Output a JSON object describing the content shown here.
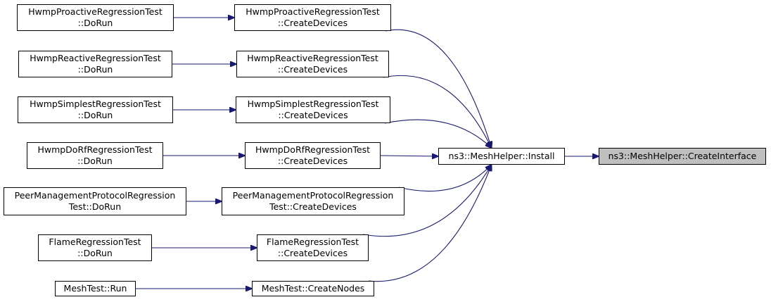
{
  "colors": {
    "edge": "#191970",
    "node_border": "#000000",
    "node_fill": "#ffffff",
    "target_fill": "#bfbfbf"
  },
  "nodes": {
    "hwmp_proactive_dorun": [
      "HwmpProactiveRegressionTest",
      "::DoRun"
    ],
    "hwmp_proactive_create": [
      "HwmpProactiveRegressionTest",
      "::CreateDevices"
    ],
    "hwmp_reactive_dorun": [
      "HwmpReactiveRegressionTest",
      "::DoRun"
    ],
    "hwmp_reactive_create": [
      "HwmpReactiveRegressionTest",
      "::CreateDevices"
    ],
    "hwmp_simplest_dorun": [
      "HwmpSimplestRegressionTest",
      "::DoRun"
    ],
    "hwmp_simplest_create": [
      "HwmpSimplestRegressionTest",
      "::CreateDevices"
    ],
    "hwmp_dorf_dorun": [
      "HwmpDoRfRegressionTest",
      "::DoRun"
    ],
    "hwmp_dorf_create": [
      "HwmpDoRfRegressionTest",
      "::CreateDevices"
    ],
    "peer_mgmt_dorun": [
      "PeerManagementProtocolRegression",
      "Test::DoRun"
    ],
    "peer_mgmt_create": [
      "PeerManagementProtocolRegression",
      "Test::CreateDevices"
    ],
    "flame_dorun": [
      "FlameRegressionTest",
      "::DoRun"
    ],
    "flame_create": [
      "FlameRegressionTest",
      "::CreateDevices"
    ],
    "meshtest_run": [
      "MeshTest::Run"
    ],
    "meshtest_createnodes": [
      "MeshTest::CreateNodes"
    ],
    "meshhelper_install": [
      "ns3::MeshHelper::Install"
    ],
    "meshhelper_createinterface": [
      "ns3::MeshHelper::CreateInterface"
    ]
  },
  "edges": [
    [
      "hwmp_proactive_dorun",
      "hwmp_proactive_create"
    ],
    [
      "hwmp_reactive_dorun",
      "hwmp_reactive_create"
    ],
    [
      "hwmp_simplest_dorun",
      "hwmp_simplest_create"
    ],
    [
      "hwmp_dorf_dorun",
      "hwmp_dorf_create"
    ],
    [
      "peer_mgmt_dorun",
      "peer_mgmt_create"
    ],
    [
      "flame_dorun",
      "flame_create"
    ],
    [
      "meshtest_run",
      "meshtest_createnodes"
    ],
    [
      "hwmp_proactive_create",
      "meshhelper_install"
    ],
    [
      "hwmp_reactive_create",
      "meshhelper_install"
    ],
    [
      "hwmp_simplest_create",
      "meshhelper_install"
    ],
    [
      "hwmp_dorf_create",
      "meshhelper_install"
    ],
    [
      "peer_mgmt_create",
      "meshhelper_install"
    ],
    [
      "flame_create",
      "meshhelper_install"
    ],
    [
      "meshtest_createnodes",
      "meshhelper_install"
    ],
    [
      "meshhelper_install",
      "meshhelper_createinterface"
    ]
  ]
}
